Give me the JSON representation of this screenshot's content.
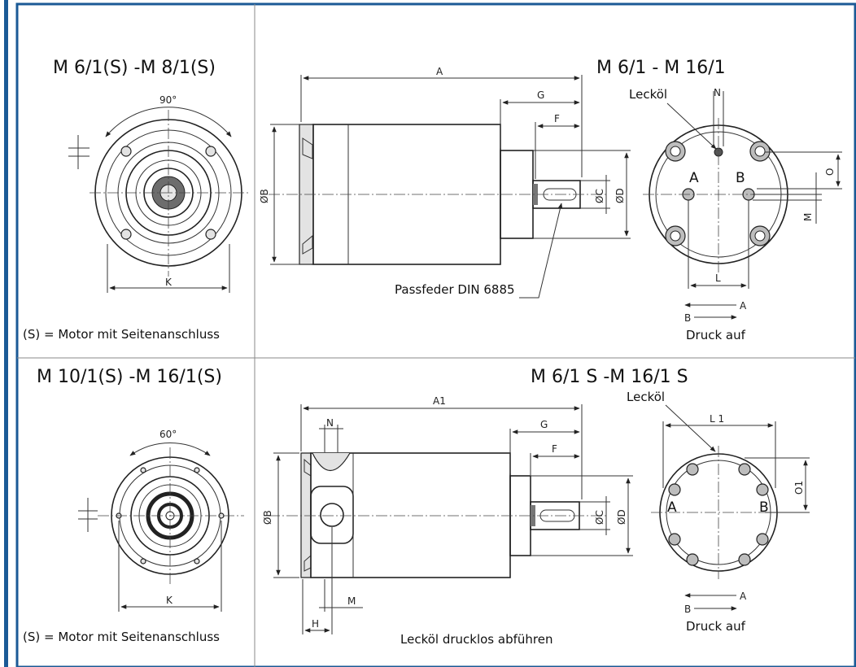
{
  "colors": {
    "accent": "#1b5a96",
    "line": "#222222",
    "frame": "#8a8a8a"
  },
  "top": {
    "left_title": "M 6/1(S) -M 8/1(S)",
    "right_title": "M 6/1 - M 16/1",
    "note": "(S) = Motor mit Seitenanschluss",
    "angle": "90°",
    "dims": {
      "K": "K",
      "A": "A",
      "G": "G",
      "F": "F",
      "B": "ØB",
      "C": "ØC",
      "D": "ØD",
      "N": "N",
      "O": "O",
      "M": "M",
      "L": "L"
    },
    "leckoel": "Lecköl",
    "port_a": "A",
    "port_b": "B",
    "key_note": "Passfeder DIN 6885",
    "flow_a": "A",
    "flow_b": "B",
    "druck": "Druck auf"
  },
  "bottom": {
    "left_title": "M 10/1(S) -M 16/1(S)",
    "right_title": "M 6/1 S -M 16/1 S",
    "note": "(S) = Motor mit Seitenanschluss",
    "angle": "60°",
    "dims": {
      "K": "K",
      "A1": "A1",
      "G": "G",
      "F": "F",
      "N": "N",
      "B": "ØB",
      "C": "ØC",
      "D": "ØD",
      "H": "H",
      "M": "M",
      "L1": "L 1",
      "O1": "O1"
    },
    "leckoel": "Lecköl",
    "port_a": "A",
    "port_b": "B",
    "drain_note": "Lecköl drucklos abführen",
    "flow_a": "A",
    "flow_b": "B",
    "druck": "Druck auf"
  }
}
